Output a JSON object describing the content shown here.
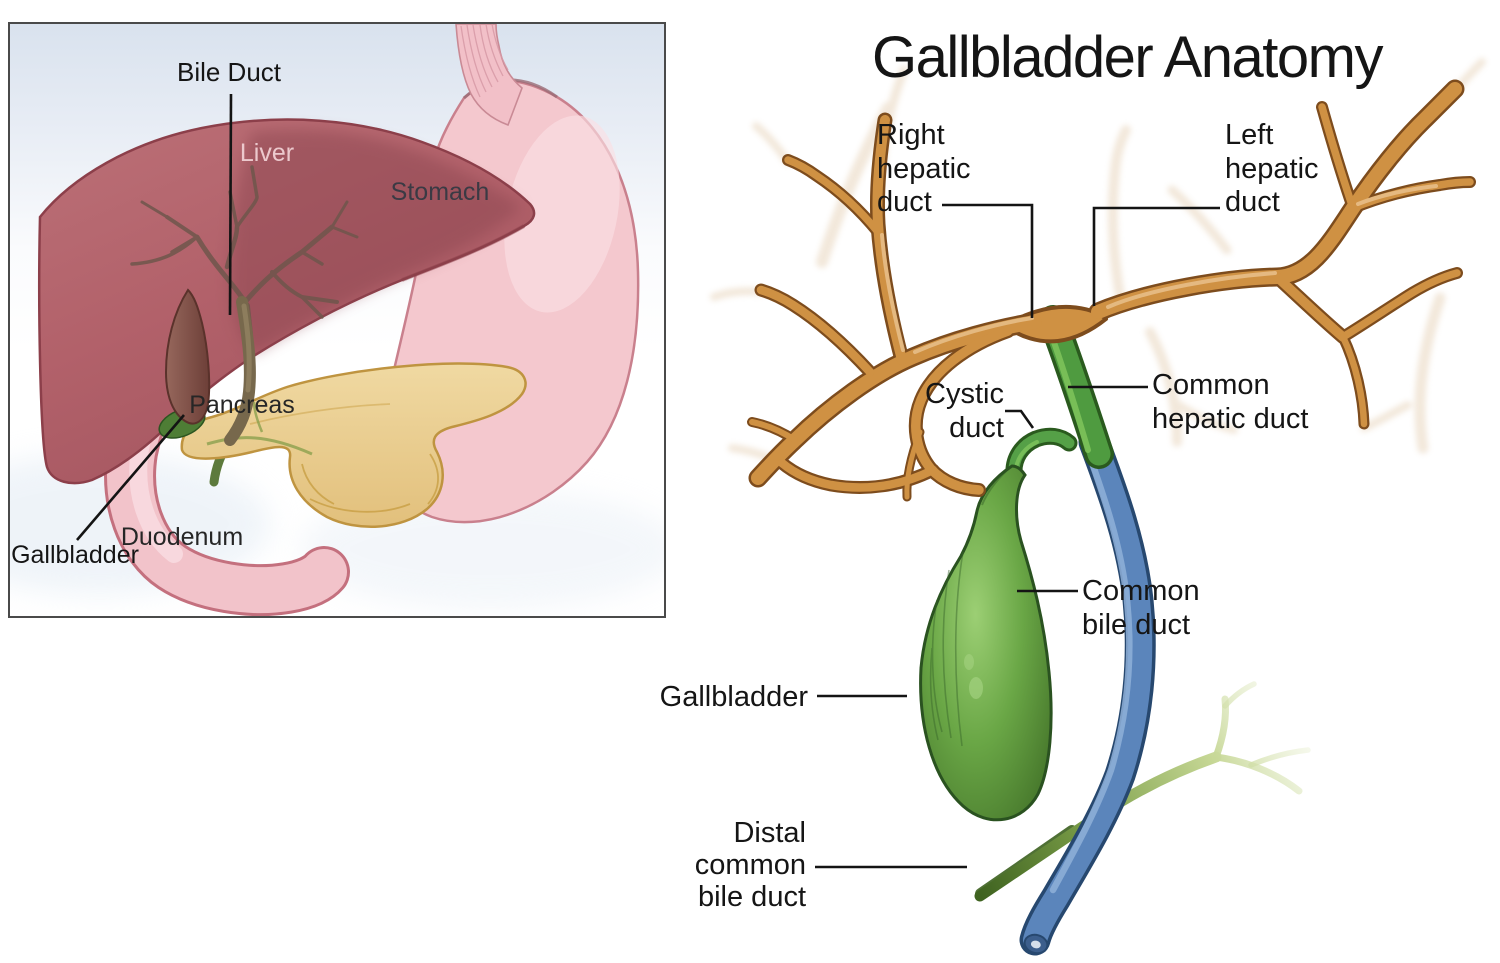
{
  "overview_panel": {
    "labels": {
      "bile_duct": "Bile Duct",
      "liver": "Liver",
      "stomach": "Stomach",
      "pancreas": "Pancreas",
      "duodenum": "Duodenum",
      "gallbladder": "Gallbladder"
    }
  },
  "anatomy_panel": {
    "title": "Gallbladder Anatomy",
    "labels": {
      "right_hepatic_duct": "Right\nhepatic\nduct",
      "left_hepatic_duct": "Left\nhepatic\nduct",
      "cystic_duct": "Cystic\nduct",
      "common_hepatic_duct": "Common\nhepatic duct",
      "common_bile_duct": "Common\nbile duct",
      "gallbladder": "Gallbladder",
      "distal_common_bile_duct": "Distal\ncommon\nbile duct"
    }
  },
  "colors": {
    "hepatic_duct_orange": "#cf9143",
    "duct_outline_brown": "#7d4c1d",
    "bile_green": "#4f9b40",
    "bile_green_bright": "#55a047",
    "bile_blue": "#5b85bb",
    "liver_red": "#b26169",
    "stomach_pink": "#f4c8ce",
    "pancreas_tan": "#ecd096",
    "duodenum_pink": "#f2c3ca",
    "label_black": "#151515"
  }
}
